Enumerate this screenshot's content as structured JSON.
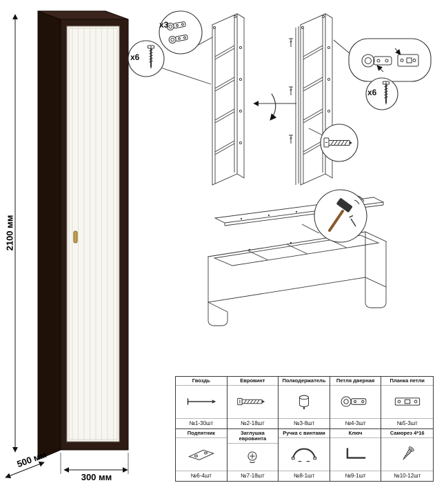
{
  "product": {
    "height_label": "2100 мм",
    "depth_label": "500 мм",
    "width_label": "300 мм",
    "body_color": "#2e1b13",
    "side_color": "#1f1008",
    "top_color": "#3a241c",
    "door_color": "#f7f6f0",
    "handle_color": "#c3a24a"
  },
  "assembly": {
    "hinge_qty_label": "x3",
    "screw_qty_label_top": "x6",
    "screw_qty_label_right": "x6"
  },
  "parts_table": {
    "items": [
      {
        "name": "Гвоздь",
        "count": "№1-30шт",
        "icon": "nail-icon"
      },
      {
        "name": "Евровинт",
        "count": "№2-18шт",
        "icon": "confirmat-screw-icon"
      },
      {
        "name": "Полкодержатель",
        "count": "№3-8шт",
        "icon": "shelf-pin-icon"
      },
      {
        "name": "Петля дверная",
        "count": "№4-3шт",
        "icon": "door-hinge-icon"
      },
      {
        "name": "Планка петли",
        "count": "№5-3шт",
        "icon": "hinge-plate-icon"
      },
      {
        "name": "Подпятник",
        "count": "№6-4шт",
        "icon": "foot-glide-icon"
      },
      {
        "name": "Заглушка евровинта",
        "count": "№7-18шт",
        "icon": "screw-cap-icon"
      },
      {
        "name": "Ручка с винтами",
        "count": "№8-1шт",
        "icon": "handle-icon"
      },
      {
        "name": "Ключ",
        "count": "№9-1шт",
        "icon": "hex-key-icon"
      },
      {
        "name": "Саморез 4*16",
        "count": "№10-12шт",
        "icon": "self-tapping-screw-icon"
      }
    ]
  }
}
